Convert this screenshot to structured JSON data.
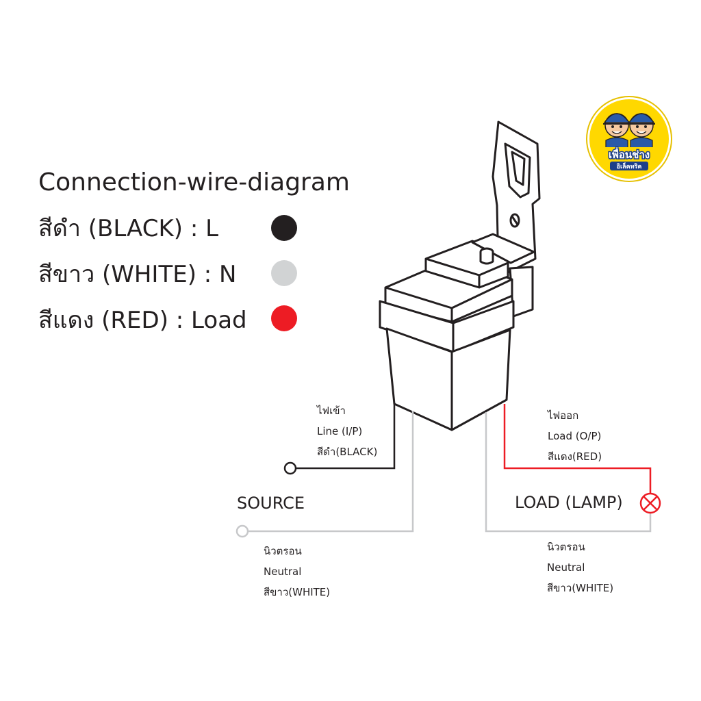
{
  "title": "Connection-wire-diagram",
  "legend": [
    {
      "label": "สีดำ (BLACK) : L",
      "color": "#231f20"
    },
    {
      "label": "สีขาว (WHITE) : N",
      "color": "#d1d3d4"
    },
    {
      "label": "สีแดง (RED) : Load",
      "color": "#ed1c24"
    }
  ],
  "input_wire": {
    "line1": "ไฟเข้า",
    "line2": "Line (I/P)",
    "line3": "สีดำ(BLACK)"
  },
  "output_wire": {
    "line1": "ไฟออก",
    "line2": "Load (O/P)",
    "line3": "สีแดง(RED)"
  },
  "source_label": "SOURCE",
  "load_label": "LOAD (LAMP)",
  "neutral_left": {
    "line1": "นิวตรอน",
    "line2": "Neutral",
    "line3": "สีขาว(WHITE)"
  },
  "neutral_right": {
    "line1": "นิวตรอน",
    "line2": "Neutral",
    "line3": "สีขาว(WHITE)"
  },
  "logo": {
    "line1": "เพื่อนช่าง",
    "line2": "อิเล็คทริค",
    "bg_color": "#ffd800"
  },
  "colors": {
    "black_wire": "#231f20",
    "white_wire": "#c7c8ca",
    "red_wire": "#ed1c24"
  }
}
